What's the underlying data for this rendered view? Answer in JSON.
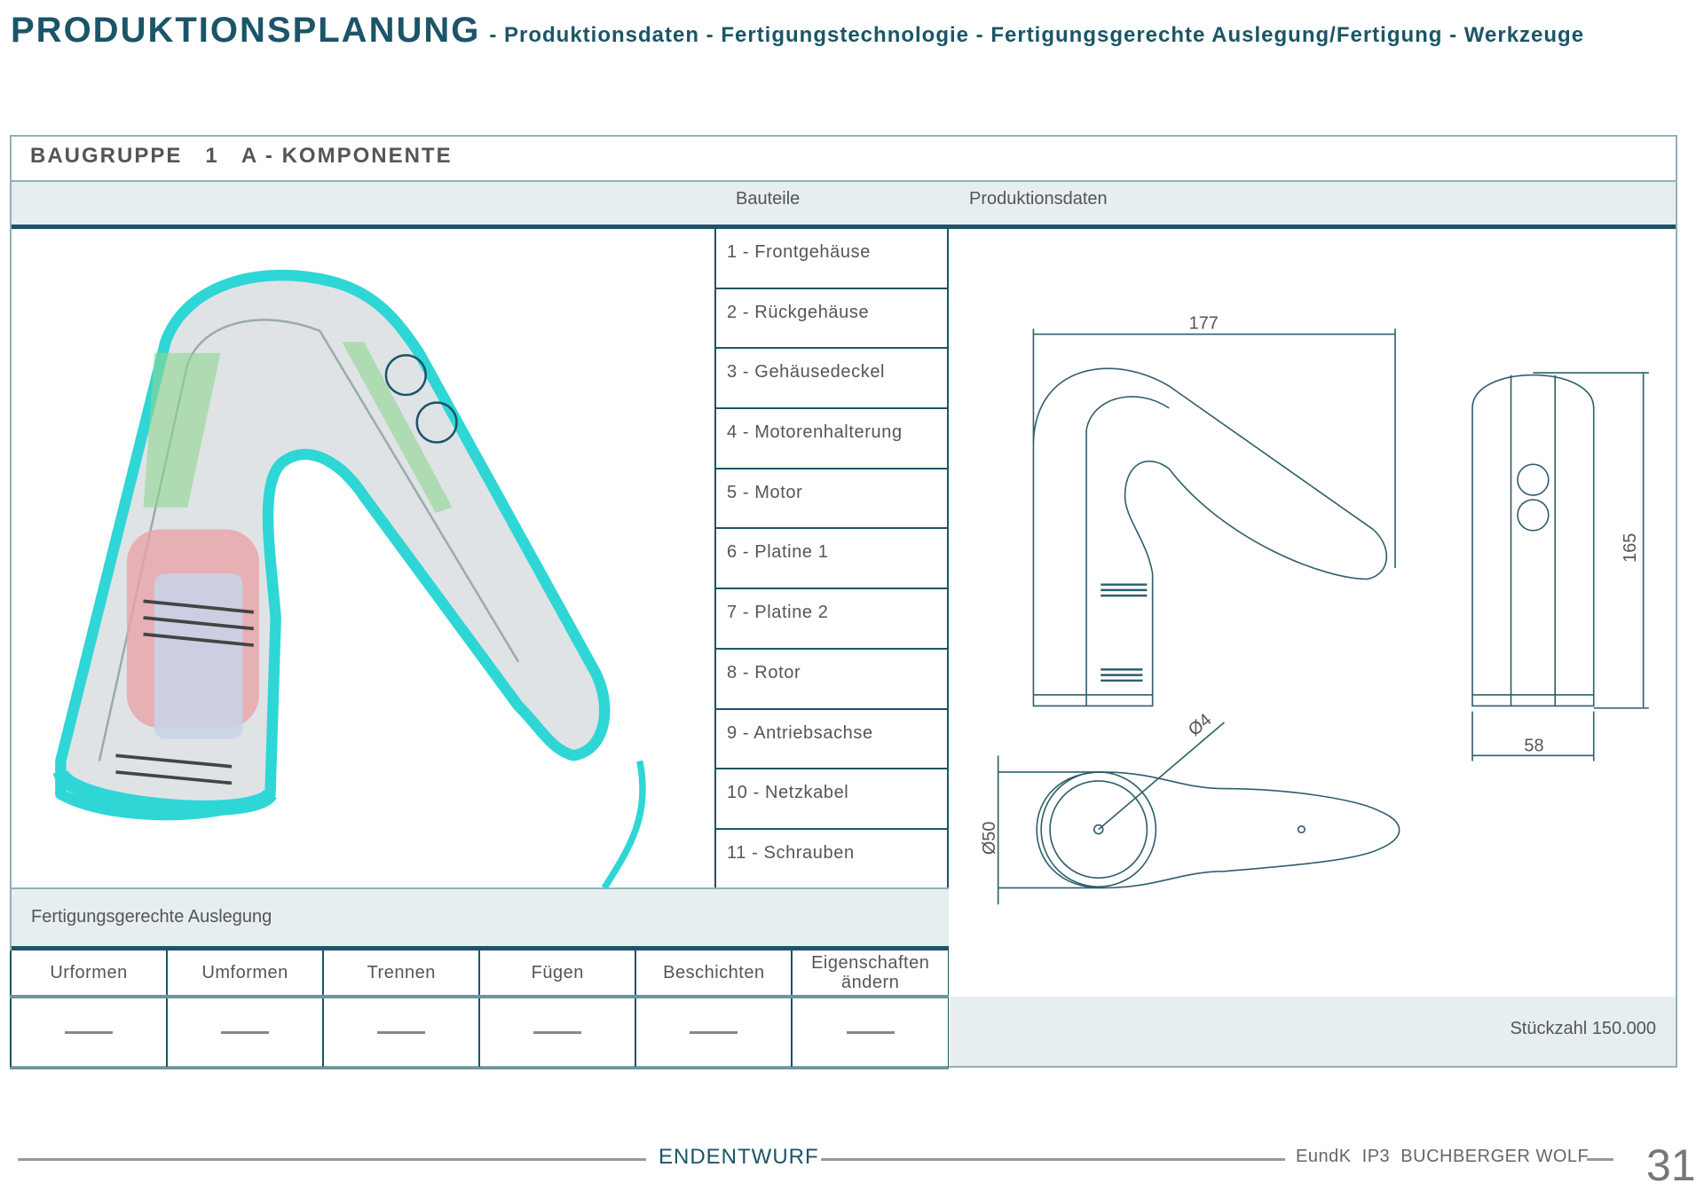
{
  "header": {
    "title": "PRODUKTIONSPLANUNG",
    "subtitle": "- Produktionsdaten - Fertigungstechnologie - Fertigungsgerechte Auslegung/Fertigung - Werkzeuge"
  },
  "group_title": "BAUGRUPPE   1   A - KOMPONENTE",
  "columns": {
    "parts": "Bauteile",
    "data": "Produktionsdaten"
  },
  "parts": [
    "1 - Frontgehäuse",
    "2 - Rückgehäuse",
    "3 - Gehäusedeckel",
    "4 - Motorenhalterung",
    "5 - Motor",
    "6 - Platine 1",
    "7 - Platine 2",
    "8 - Rotor",
    "9 - Antriebsachse",
    "10 - Netzkabel",
    "11 - Schrauben"
  ],
  "design_section": "Fertigungsgerechte Auslegung",
  "processes": [
    {
      "label": "Urformen",
      "value": "—"
    },
    {
      "label": "Umformen",
      "value": "—"
    },
    {
      "label": "Trennen",
      "value": "—"
    },
    {
      "label": "Fügen",
      "value": "—"
    },
    {
      "label": "Beschichten",
      "value": "—"
    },
    {
      "label": "Eigenschaften ändern",
      "value": "—"
    }
  ],
  "quantity": "Stückzahl 150.000",
  "dimensions": {
    "width": "177",
    "height": "165",
    "depth": "58",
    "hole": "Ø4",
    "diameter": "Ø50"
  },
  "footer": {
    "center": "ENDENTWURF",
    "right": "EundK  IP3  BUCHBERGER WOLF",
    "page": "31"
  },
  "colors": {
    "accent": "#1b5567",
    "band": "#e6eef0",
    "product": "#2fd6d6"
  }
}
